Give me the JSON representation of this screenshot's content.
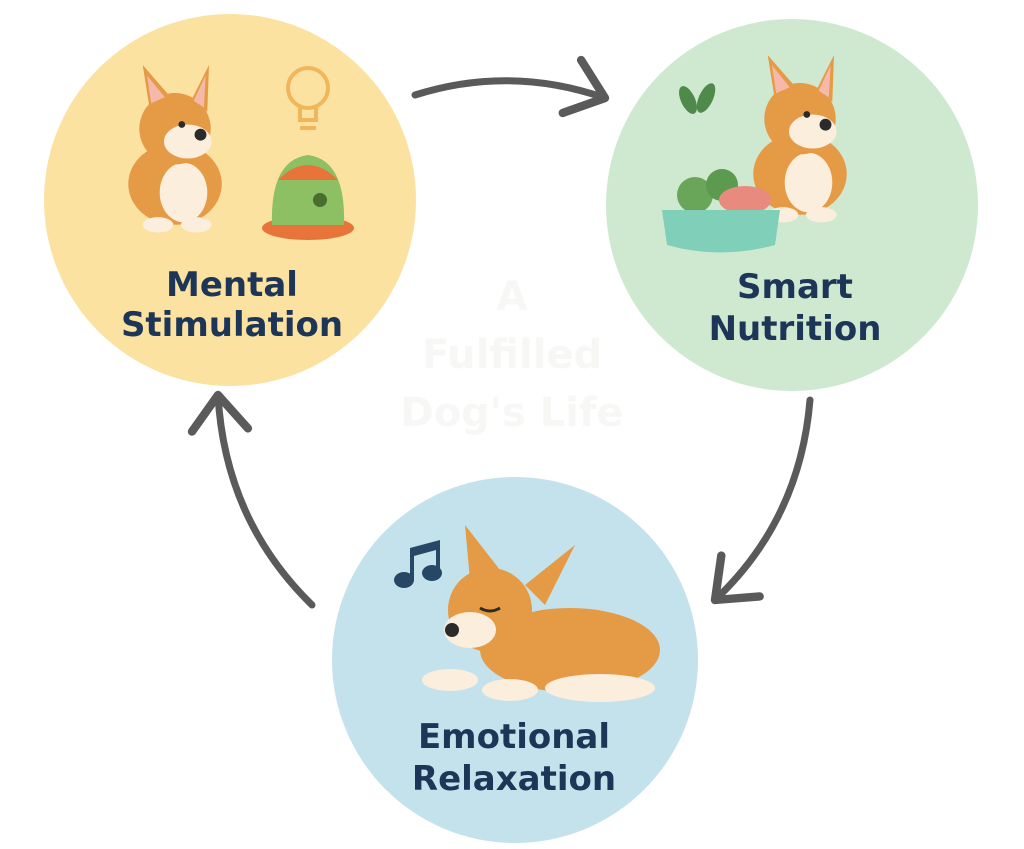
{
  "center_title": [
    "A",
    "Fulfilled",
    "Dog's Life"
  ],
  "nodes": [
    {
      "id": "mental",
      "lines": [
        "Mental",
        "Stimulation"
      ],
      "color": "#fbe2a1",
      "icon": "lightbulb-icon"
    },
    {
      "id": "nutrition",
      "lines": [
        "Smart",
        "Nutrition"
      ],
      "color": "#cfe9d1",
      "icon": "food-bowl-icon"
    },
    {
      "id": "emotional",
      "lines": [
        "Emotional",
        "Relaxation"
      ],
      "color": "#c4e2eb",
      "icon": "music-note-icon"
    }
  ],
  "colors": {
    "text": "#1d3557",
    "arrow": "#5a5a5a",
    "dog": "#e59a45",
    "dog_light": "#fbeedd"
  }
}
